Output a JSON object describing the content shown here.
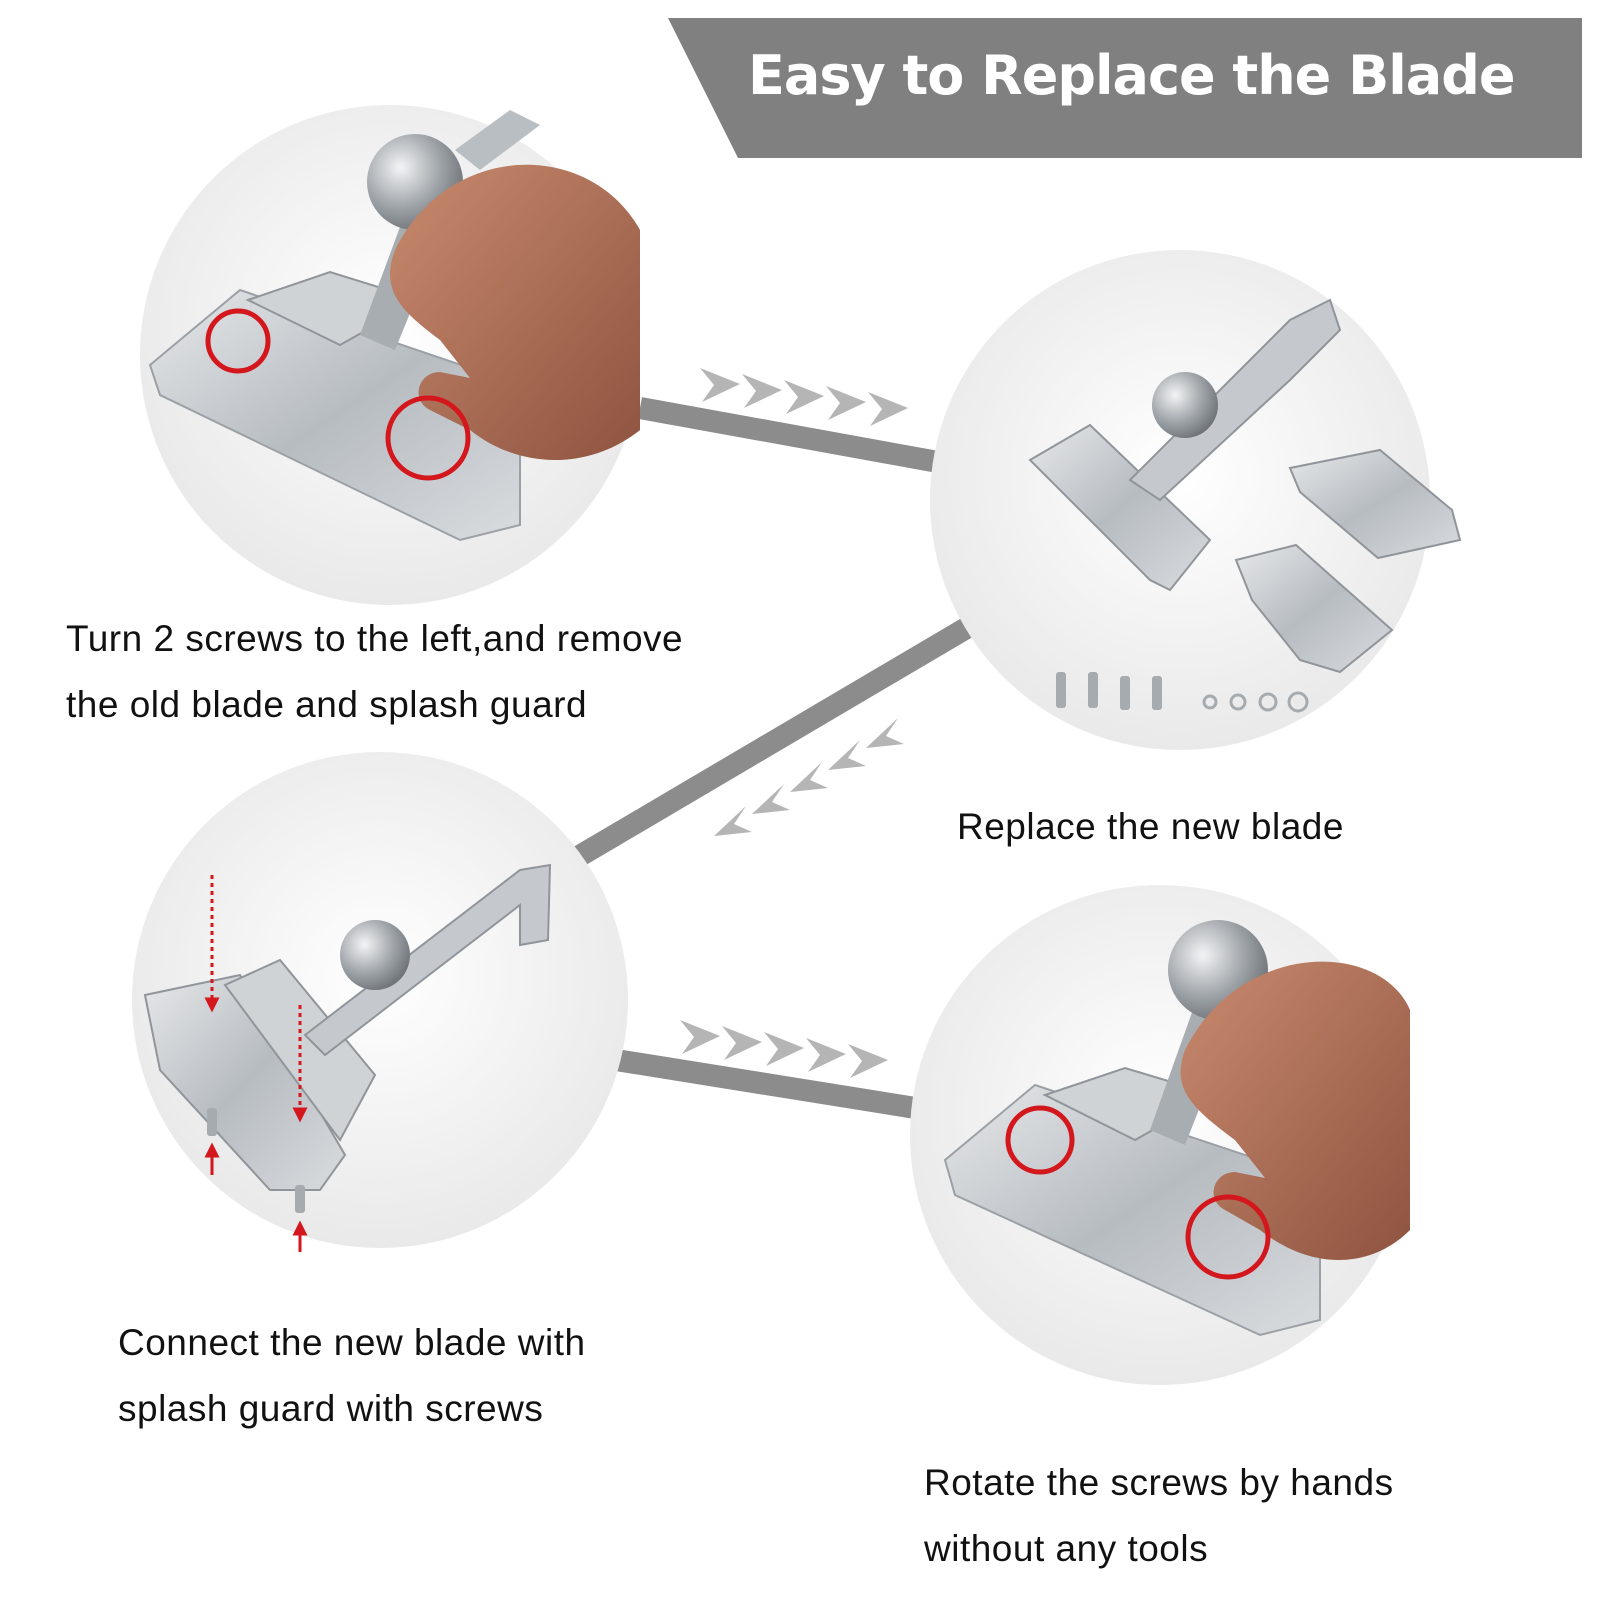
{
  "header": {
    "title": "Easy to Replace the Blade"
  },
  "steps": [
    {
      "caption": "Turn 2 screws to the left,and remove\nthe old blade and splash guard"
    },
    {
      "caption": "Replace the new blade"
    },
    {
      "caption": "Connect the new blade with\nsplash guard with screws"
    },
    {
      "caption": "Rotate the screws by hands\nwithout any tools"
    }
  ],
  "colors": {
    "banner": "#808080",
    "connector": "#8c8c8c",
    "chevron": "#b5b5b5",
    "circle": "#f2f2f2",
    "steel": "#c2c6ca",
    "rotation_marker": "#d3171d",
    "skin": "#b27258"
  },
  "icons": [
    "rotation-arrow-icon",
    "chevron-arrow-icon",
    "down-arrow-icon",
    "up-arrow-icon"
  ]
}
